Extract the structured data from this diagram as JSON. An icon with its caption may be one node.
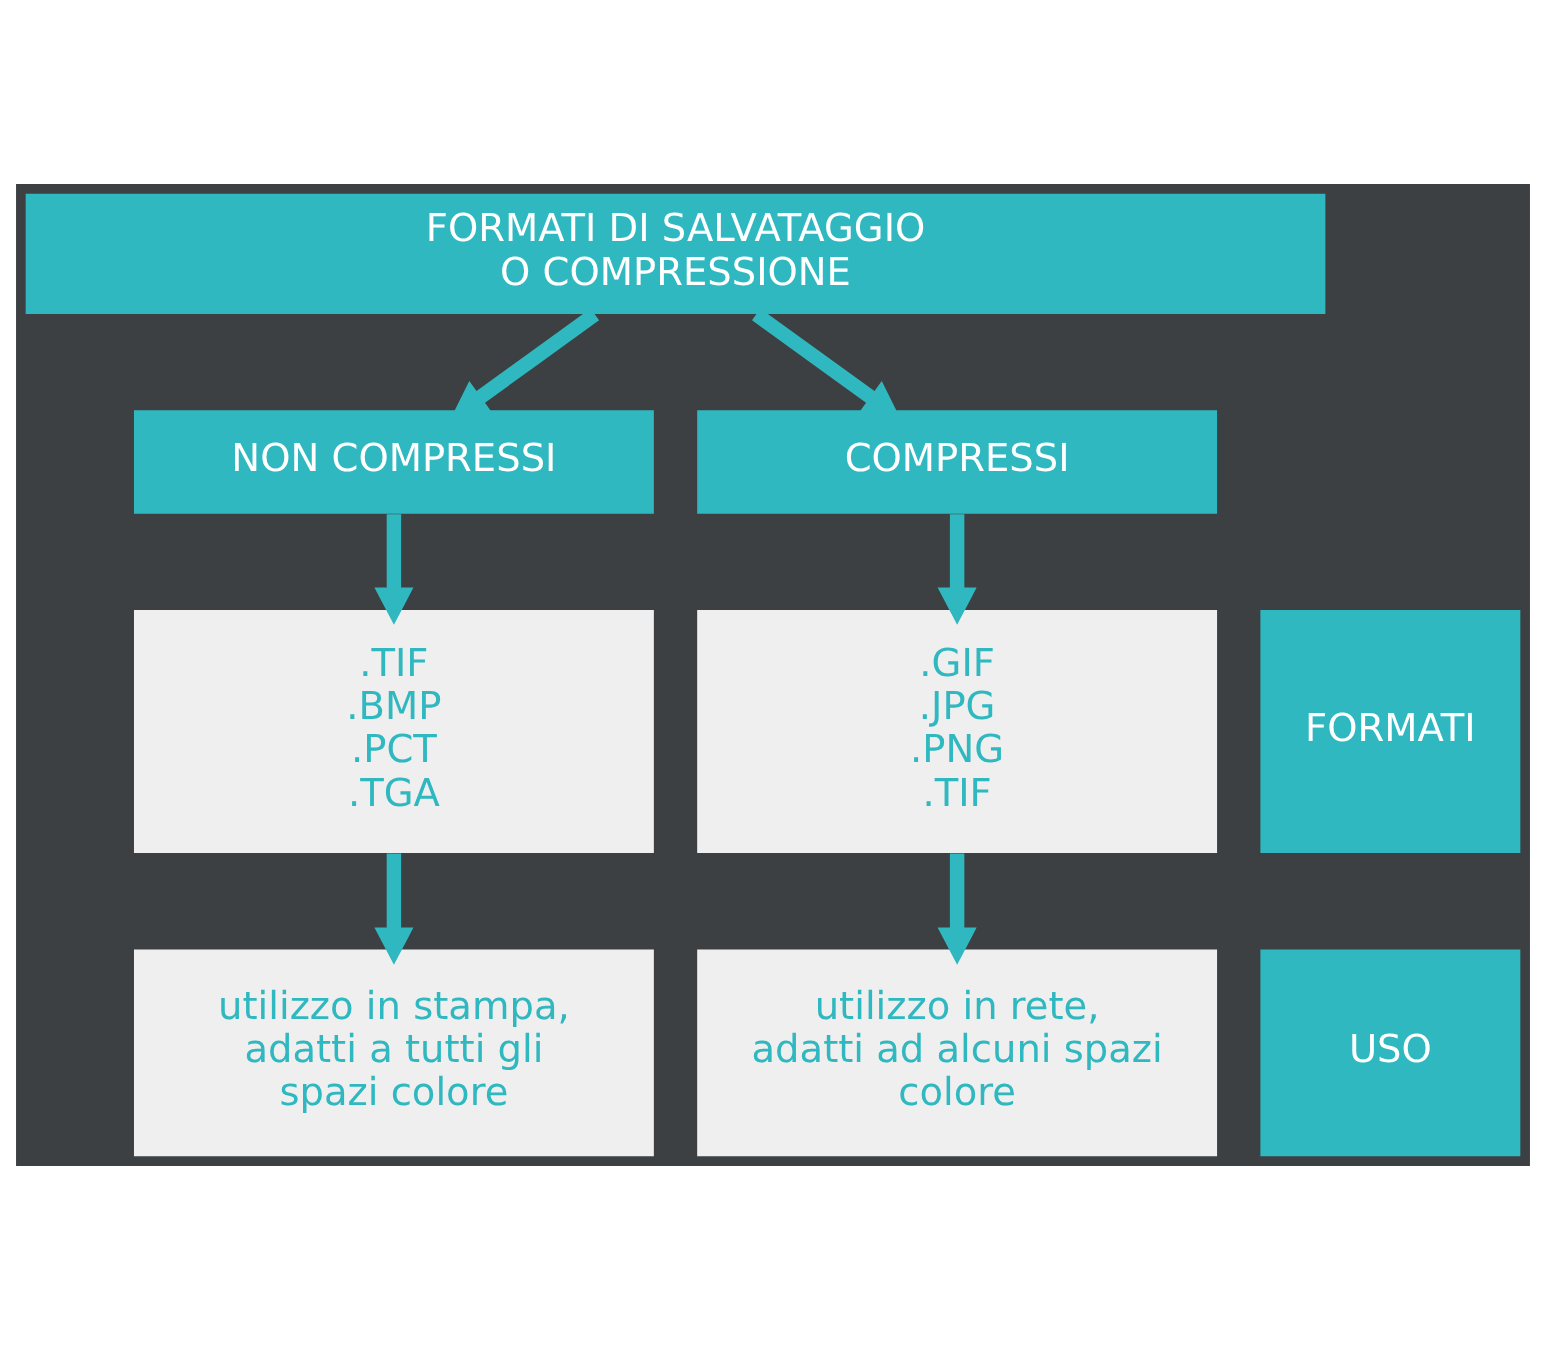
{
  "diagram": {
    "nodes": [
      {
        "text": [
          "FORMATI DI SALVATAGGIO O COMPRESSIONE"
        ]
      },
      {
        "text": [
          "NON COMPRESSI"
        ]
      },
      {
        "text": [
          "COMPRESSI"
        ]
      },
      {
        "text": [
          ".TIF",
          ".BMP",
          ".PCT",
          ".TGA"
        ]
      },
      {
        "text": [
          "FORMATI"
        ]
      },
      {
        "text": [
          ".GIF",
          ".JPG",
          ".PNG",
          ".TIF"
        ]
      },
      {
        "text": [
          "utilizzo in stampa, adatti a tutti gli spazi colore"
        ]
      },
      {
        "text": [
          "USO"
        ]
      },
      {
        "text": [
          "utilizzo in rete, adatti ad alcuni spazi colore"
        ]
      }
    ],
    "edges": [
      {
        "from": 0,
        "to": 1,
        "arrow": "to"
      },
      {
        "from": 0,
        "to": 2,
        "arrow": "to"
      },
      {
        "from": 1,
        "to": 3,
        "arrow": "to"
      },
      {
        "from": 2,
        "to": 5,
        "arrow": "to"
      },
      {
        "from": 3,
        "to": 6,
        "arrow": "to"
      },
      {
        "from": 5,
        "to": 8,
        "arrow": "to"
      }
    ]
  }
}
